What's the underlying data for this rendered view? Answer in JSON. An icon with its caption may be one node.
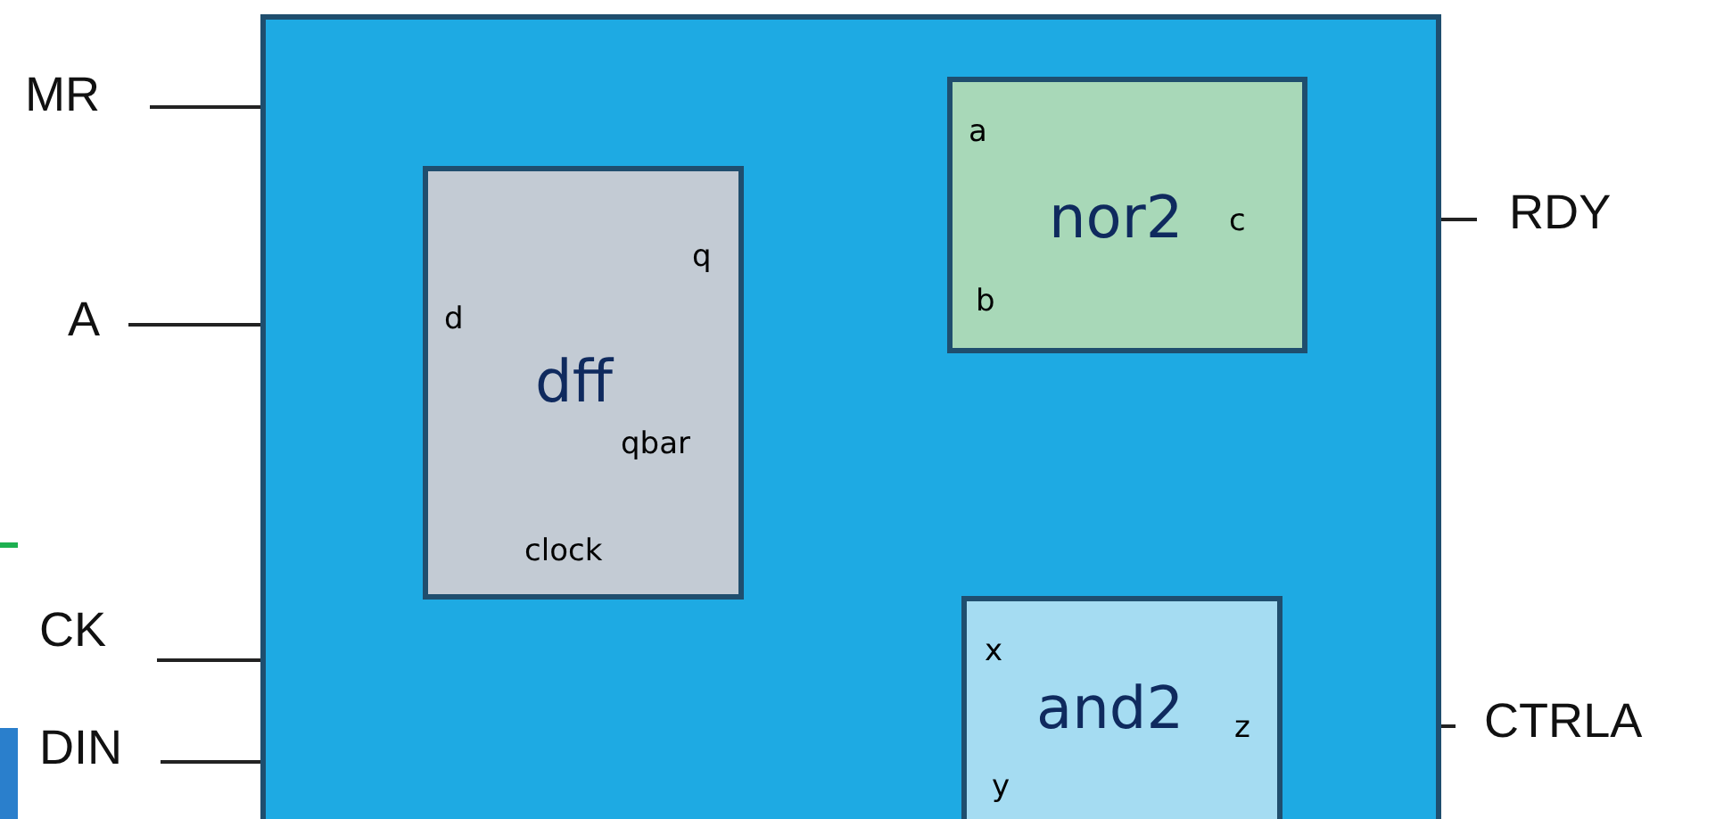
{
  "diagram": {
    "nodes": [
      {
        "text": [],
        "shape": "box"
      },
      {
        "text": [
          "MR"
        ]
      },
      {
        "text": [
          "A"
        ]
      },
      {
        "text": [
          "CK"
        ]
      },
      {
        "text": [
          "DIN"
        ]
      },
      {
        "text": [
          "q",
          "d",
          "dff",
          "qbar",
          "clock"
        ],
        "in": 0
      },
      {
        "text": [
          "a",
          "nor2",
          "c",
          "b"
        ],
        "in": 0
      },
      {
        "text": [
          "x",
          "and2",
          "z",
          "y"
        ],
        "in": 0
      },
      {
        "text": [
          "RDY"
        ]
      },
      {
        "text": [
          "CTRLA"
        ]
      }
    ],
    "edges": [
      {
        "from": 1,
        "to": 0,
        "arrow": "none"
      },
      {
        "from": 2,
        "to": 0,
        "arrow": "none"
      },
      {
        "from": 3,
        "to": 0,
        "arrow": "none"
      },
      {
        "from": 4,
        "to": 0,
        "arrow": "none"
      },
      {
        "from": 0,
        "to": 8,
        "arrow": "none"
      },
      {
        "from": 0,
        "to": 9,
        "arrow": "none"
      }
    ]
  }
}
